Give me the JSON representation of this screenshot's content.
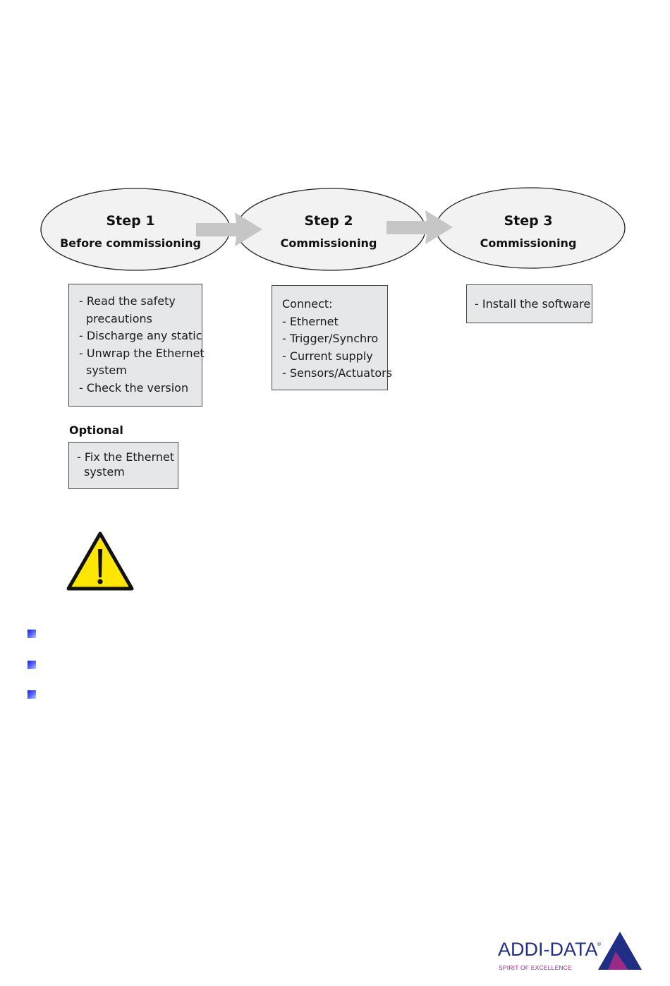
{
  "steps": [
    {
      "title": "Step 1",
      "subtitle": "Before commissioning"
    },
    {
      "title": "Step 2",
      "subtitle": "Commissioning"
    },
    {
      "title": "Step 3",
      "subtitle": "Commissioning"
    }
  ],
  "step1_box": {
    "lines": [
      "- Read the safety",
      "precautions",
      "- Discharge any static",
      "- Unwrap the Ethernet",
      "system",
      "- Check the version"
    ]
  },
  "step2_box": {
    "lines": [
      "Connect:",
      "- Ethernet",
      "- Trigger/Synchro",
      "- Current supply",
      "- Sensors/Actuators"
    ]
  },
  "step3_box": {
    "lines": [
      "- Install the software"
    ]
  },
  "optional": {
    "label": "Optional",
    "lines": [
      "- Fix the Ethernet",
      "system"
    ]
  },
  "icons": {
    "warning": "warning-triangle-icon",
    "bullet": "square-bullet-icon"
  },
  "logo": {
    "wordmark": "ADDI-DATA",
    "registered": "®",
    "tagline": "SPIRIT OF EXCELLENCE"
  },
  "colors": {
    "ellipse_fill": "#f2f2f2",
    "box_fill": "#e6e7e9",
    "arrow": "#c6c6c6",
    "warning_yellow": "#ffe600",
    "bullet_blue": "#1a1adf",
    "logo_blue": "#1f2f86",
    "logo_magenta": "#9a2a84"
  }
}
